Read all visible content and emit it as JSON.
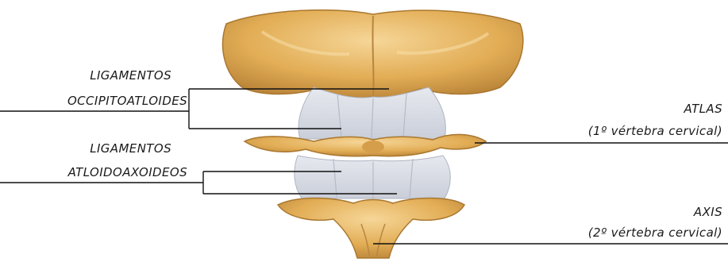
{
  "labels": {
    "lig_occ_line1": "LIGAMENTOS",
    "lig_occ_line2": "OCCIPITOATLOIDES",
    "lig_atl_line1": "LIGAMENTOS",
    "lig_atl_line2": "ATLOIDOAXOIDEOS",
    "atlas_line1": "ATLAS",
    "atlas_line2": "(1º vértebra cervical)",
    "axis_line1": "AXIS",
    "axis_line2": "(2º vértebra cervical)"
  },
  "colors": {
    "bone": "#e3b25f",
    "bone_light": "#f2cf8a",
    "bone_dark": "#b78437",
    "ligament": "#d9dde6",
    "line": "#111111"
  }
}
